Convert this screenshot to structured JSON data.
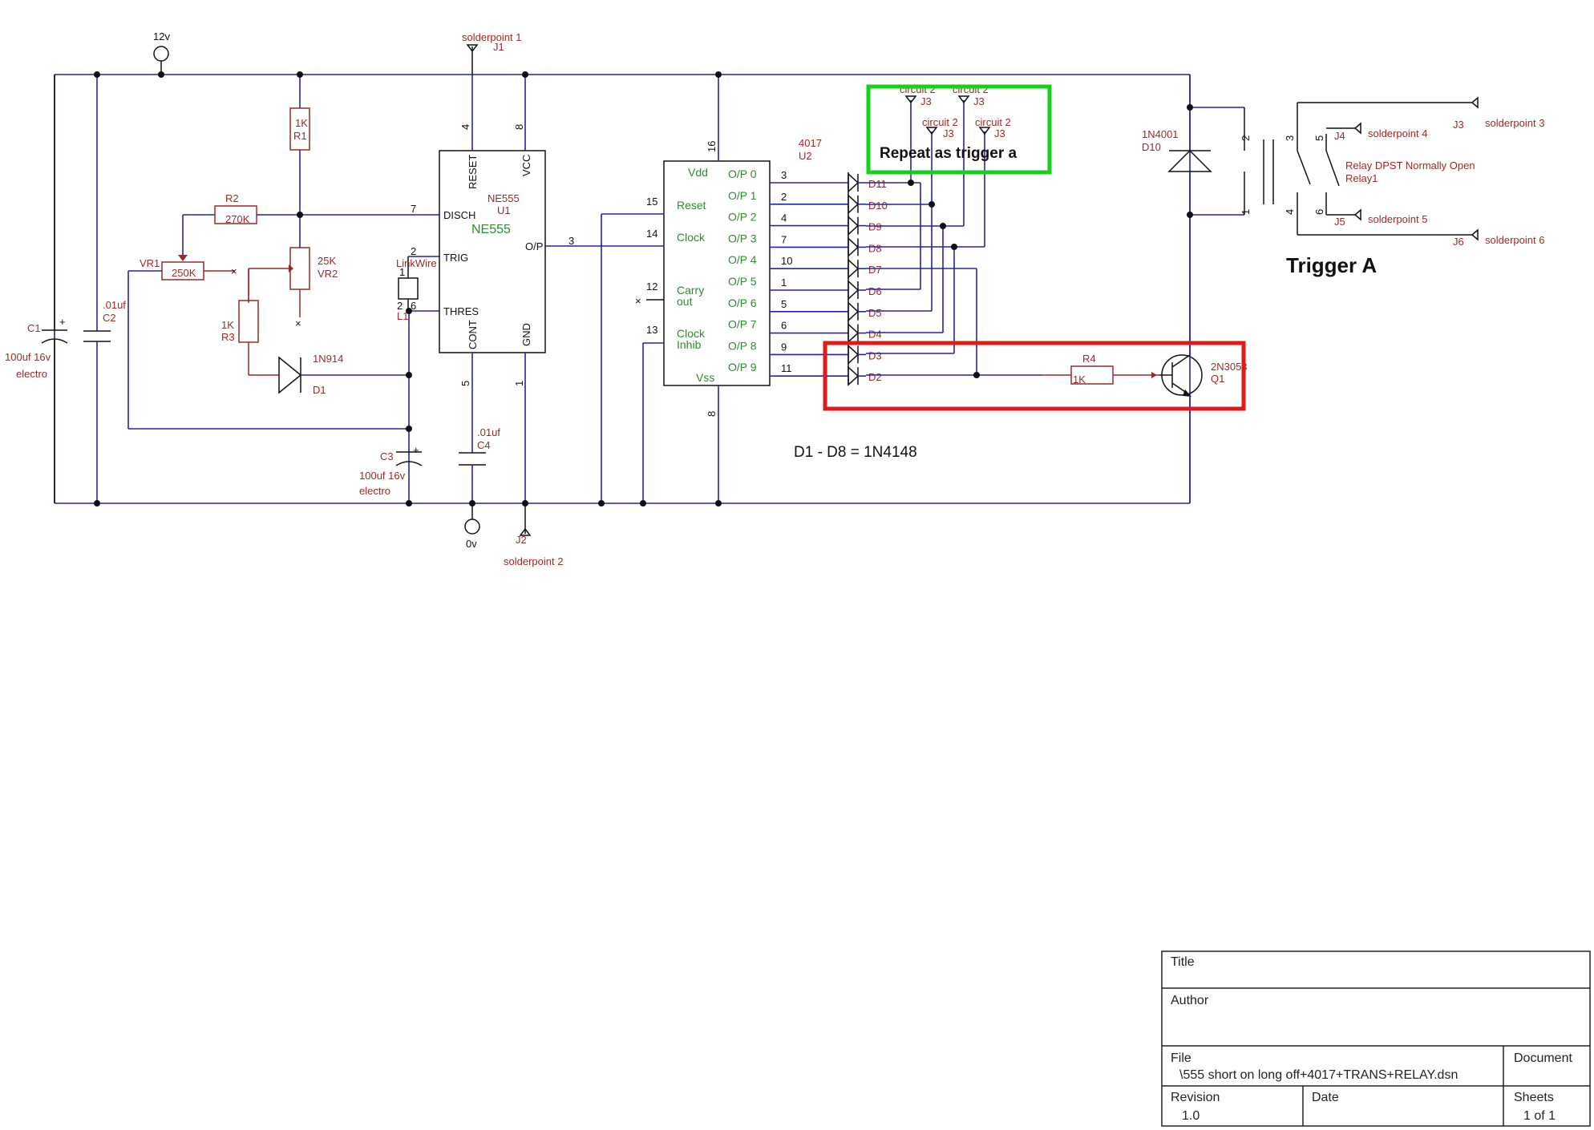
{
  "supply": {
    "top": "12v",
    "bottom": "0v"
  },
  "connectors": {
    "j1": {
      "ref": "J1",
      "label": "solderpoint 1"
    },
    "j2": {
      "ref": "J2",
      "label": "solderpoint 2"
    },
    "j3": {
      "ref": "J3",
      "label": "solderpoint 3"
    },
    "j4": {
      "ref": "J4",
      "label": "solderpoint 4"
    },
    "j5": {
      "ref": "J5",
      "label": "solderpoint 5"
    },
    "j6": {
      "ref": "J6",
      "label": "solderpoint 6"
    },
    "circuit2": {
      "ref": "J3",
      "label": "circuit 2"
    }
  },
  "components": {
    "r1": {
      "ref": "R1",
      "value": "1K"
    },
    "r2": {
      "ref": "R2",
      "value": "270K"
    },
    "r3": {
      "ref": "R3",
      "value": "1K"
    },
    "r4": {
      "ref": "R4",
      "value": "1K"
    },
    "vr1": {
      "ref": "VR1",
      "value": "250K"
    },
    "vr2": {
      "ref": "VR2",
      "value": "25K"
    },
    "c1": {
      "ref": "C1",
      "value": "100uf 16v",
      "type": "electro"
    },
    "c2": {
      "ref": "C2",
      "value": ".01uf"
    },
    "c3": {
      "ref": "C3",
      "value": "100uf 16v",
      "type": "electro"
    },
    "c4": {
      "ref": "C4",
      "value": ".01uf"
    },
    "d1": {
      "ref": "D1",
      "value": "1N914"
    },
    "d10": {
      "ref": "D10",
      "value": "1N4001"
    },
    "l1": {
      "ref": "L1",
      "value": "LinkWire"
    },
    "q1": {
      "ref": "Q1",
      "value": "2N3053"
    },
    "relay": {
      "ref": "Relay1",
      "value": "Relay DPST Normally Open"
    },
    "u1": {
      "ref": "U1",
      "part": "NE555",
      "body": "NE555"
    },
    "u2": {
      "ref": "U2",
      "part": "4017"
    }
  },
  "u1_pins": {
    "reset": "RESET",
    "vcc": "VCC",
    "disch": "DISCH",
    "trig": "TRIG",
    "thres": "THRES",
    "op": "O/P",
    "cont": "CONT",
    "gnd": "GND",
    "n4": "4",
    "n8": "8",
    "n7": "7",
    "n2": "2",
    "n6": "6",
    "n3": "3",
    "n5": "5",
    "n1": "1"
  },
  "u2_left": [
    {
      "name": "Vdd",
      "num": "16"
    },
    {
      "name": "Reset",
      "num": "15"
    },
    {
      "name": "Clock",
      "num": "14"
    },
    {
      "name": "Carry",
      "name2": "out",
      "num": "12"
    },
    {
      "name": "Clock",
      "name2": "Inhib",
      "num": "13"
    },
    {
      "name": "Vss",
      "num": "8"
    }
  ],
  "u2_outputs": [
    {
      "name": "O/P 0",
      "num": "3"
    },
    {
      "name": "O/P 1",
      "num": "2"
    },
    {
      "name": "O/P 2",
      "num": "4"
    },
    {
      "name": "O/P 3",
      "num": "7"
    },
    {
      "name": "O/P 4",
      "num": "10"
    },
    {
      "name": "O/P 5",
      "num": "1"
    },
    {
      "name": "O/P 6",
      "num": "5"
    },
    {
      "name": "O/P 7",
      "num": "6"
    },
    {
      "name": "O/P 8",
      "num": "9"
    },
    {
      "name": "O/P 9",
      "num": "11"
    }
  ],
  "diodes": [
    "D11",
    "D10",
    "D9",
    "D8",
    "D7",
    "D6",
    "D5",
    "D4",
    "D3",
    "D2"
  ],
  "relay_pins": [
    "2",
    "3",
    "5",
    "1",
    "4",
    "6"
  ],
  "annotations": {
    "repeat": "Repeat as trigger a",
    "trigger": "Trigger A",
    "diode_note": "D1 - D8 = 1N4148"
  },
  "title_block": {
    "title_label": "Title",
    "author_label": "Author",
    "file_label": "File",
    "file_value": "\\555 short on long off+4017+TRANS+RELAY.dsn",
    "document_label": "Document",
    "revision_label": "Revision",
    "revision_value": "1.0",
    "date_label": "Date",
    "sheets_label": "Sheets",
    "sheets_value": "1 of 1"
  },
  "highlight_colors": {
    "green": "#19d019",
    "red": "#e01a1a"
  }
}
